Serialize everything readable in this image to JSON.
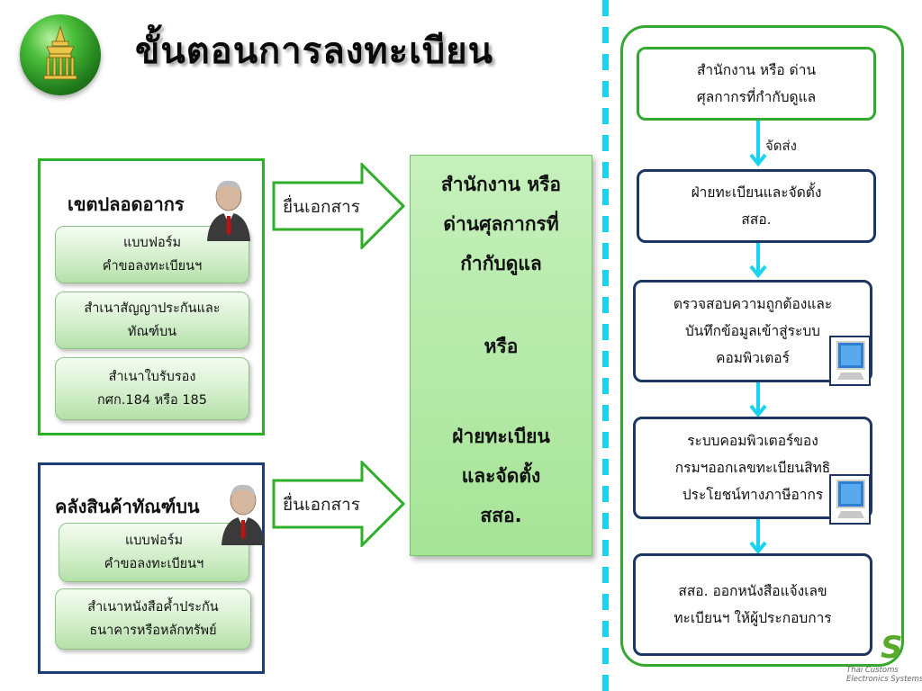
{
  "title": "ขั้นตอนการลงทะเบียน",
  "colors": {
    "green_border": "#2fae2a",
    "navy_border": "#1e3a78",
    "cyan_arrow": "#19d3ef",
    "center_fill": "#b4e9a8"
  },
  "free_zone": {
    "heading": "เขตปลอดอากร",
    "icon": "businessman-icon",
    "docs": [
      {
        "line1": "แบบฟอร์ม",
        "line2": "คำขอลงทะเบียนฯ"
      },
      {
        "line1": "สำเนาสัญญาประกันและ",
        "line2": "ทัณฑ์บน"
      },
      {
        "line1": "สำเนาใบรับรอง",
        "line2": "กศก.184 หรือ 185"
      }
    ]
  },
  "bonded_warehouse": {
    "heading": "คลังสินค้าทัณฑ์บน",
    "icon": "businessman-icon",
    "docs": [
      {
        "line1": "แบบฟอร์ม",
        "line2": "คำขอลงทะเบียนฯ"
      },
      {
        "line1": "สำเนาหนังสือค้ำประกัน",
        "line2": "ธนาคารหรือหลักทรัพย์"
      }
    ]
  },
  "submit_label": "ยื่นเอกสาร",
  "center_box": {
    "lines": [
      "สำนักงาน หรือ",
      "ด่านศุลกากรที่",
      "กำกับดูแล",
      "หรือ",
      "ฝ่ายทะเบียน",
      "และจัดตั้ง",
      "สสอ."
    ]
  },
  "flow": {
    "dispatch_label": "จัดส่ง",
    "steps": [
      {
        "line1": "สำนักงาน หรือ ด่าน",
        "line2": "ศุลกากรที่กำกับดูแล"
      },
      {
        "line1": "ฝ่ายทะเบียนและจัดตั้ง",
        "line2": "สสอ."
      },
      {
        "line1": "ตรวจสอบความถูกต้องและ",
        "line2": "บันทึกข้อมูลเข้าสู่ระบบ",
        "line3": "คอมพิวเตอร์"
      },
      {
        "line1": "ระบบคอมพิวเตอร์ของ",
        "line2": "กรมฯออกเลขทะเบียนสิทธิ",
        "line3": "ประโยชน์ทางภาษีอากร"
      },
      {
        "line1": "สสอ. ออกหนังสือแจ้งเลข",
        "line2": "ทะเบียนฯ ให้ผู้ประกอบการ"
      }
    ]
  },
  "watermark": {
    "logo": "S",
    "line1": "Thai Customs",
    "line2": "Electronics Systems"
  }
}
